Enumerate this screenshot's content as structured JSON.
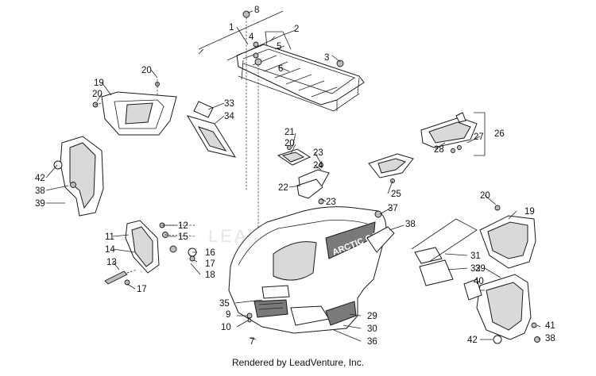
{
  "diagram": {
    "callouts": [
      "1",
      "2",
      "3",
      "4",
      "5",
      "6",
      "7",
      "8",
      "9",
      "10",
      "11",
      "12",
      "13",
      "14",
      "15",
      "16",
      "17",
      "17",
      "18",
      "19",
      "19",
      "20",
      "20",
      "20",
      "20",
      "21",
      "22",
      "23",
      "23",
      "24",
      "25",
      "26",
      "27",
      "28",
      "29",
      "30",
      "31",
      "32",
      "33",
      "34",
      "35",
      "36",
      "37",
      "38",
      "38",
      "38",
      "39",
      "39",
      "40",
      "41",
      "42",
      "42"
    ],
    "watermark": "LEADVENTURE",
    "hood_logo": "ARCTIC CAT"
  },
  "footer": {
    "credit": "Rendered by LeadVenture, Inc."
  }
}
